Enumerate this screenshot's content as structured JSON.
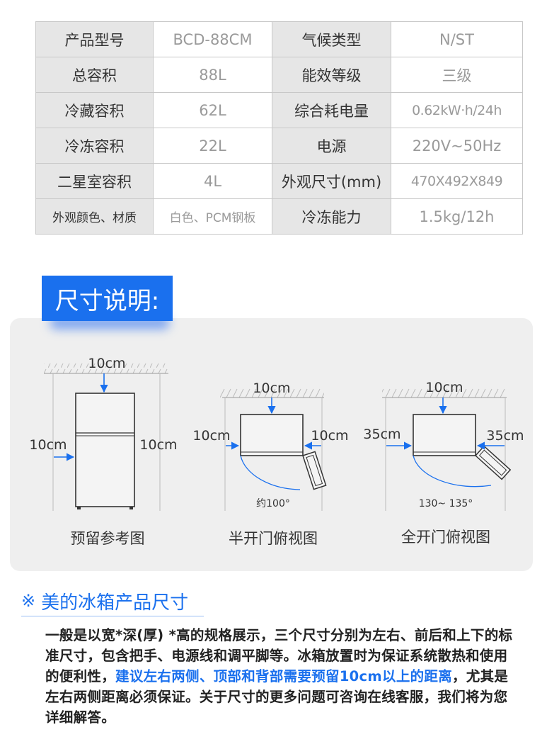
{
  "spec_table": {
    "rows": [
      {
        "label1": "产品型号",
        "value1": "BCD-88CM",
        "label2": "气候类型",
        "value2": "N/ST"
      },
      {
        "label1": "总容积",
        "value1": "88L",
        "label2": "能效等级",
        "value2": "三级"
      },
      {
        "label1": "冷藏容积",
        "value1": "62L",
        "label2": "综合耗电量",
        "value2": "0.62kW·h/24h"
      },
      {
        "label1": "冷冻容积",
        "value1": "22L",
        "label2": "电源",
        "value2": "220V~50Hz"
      },
      {
        "label1": "二星室容积",
        "value1": "4L",
        "label2": "外观尺寸(mm)",
        "value2": "470X492X849"
      },
      {
        "label1": "外观颜色、材质",
        "value1": "白色、PCM钢板",
        "label2": "冷冻能力",
        "value2": "1.5kg/12h"
      }
    ]
  },
  "dimension_section": {
    "heading": "尺寸说明:",
    "diagrams": [
      {
        "caption": "预留参考图",
        "top_gap": "10cm",
        "left_gap": "10cm",
        "right_gap": "10cm"
      },
      {
        "caption": "半开门俯视图",
        "top_gap": "10cm",
        "left_gap": "10cm",
        "right_gap": "10cm",
        "angle": "约100°"
      },
      {
        "caption": "全开门俯视图",
        "top_gap": "10cm",
        "left_gap": "35cm",
        "right_gap": "35cm",
        "angle": "130~ 135°"
      }
    ]
  },
  "notice": {
    "mark": "※",
    "title": "美的冰箱产品尺寸",
    "text_part1": "一般是以宽*深(厚) *高的规格展示，三个尺寸分别为左右、前后和上下的标准尺寸，包含把手、电源线和调平脚等。冰箱放置时为保证系统散热和使用的便利性，",
    "text_highlight": "建议左右两侧、顶部和背部需要预留10cm以上的距离",
    "text_part2": "，尤其是左右两侧距离必须保证。关于尺寸的更多问题可咨询在线客服，我们将为您详细解答。"
  },
  "colors": {
    "accent": "#1a70ee",
    "label_bg": "#e6e6e6",
    "panel_bg": "#efefef"
  }
}
